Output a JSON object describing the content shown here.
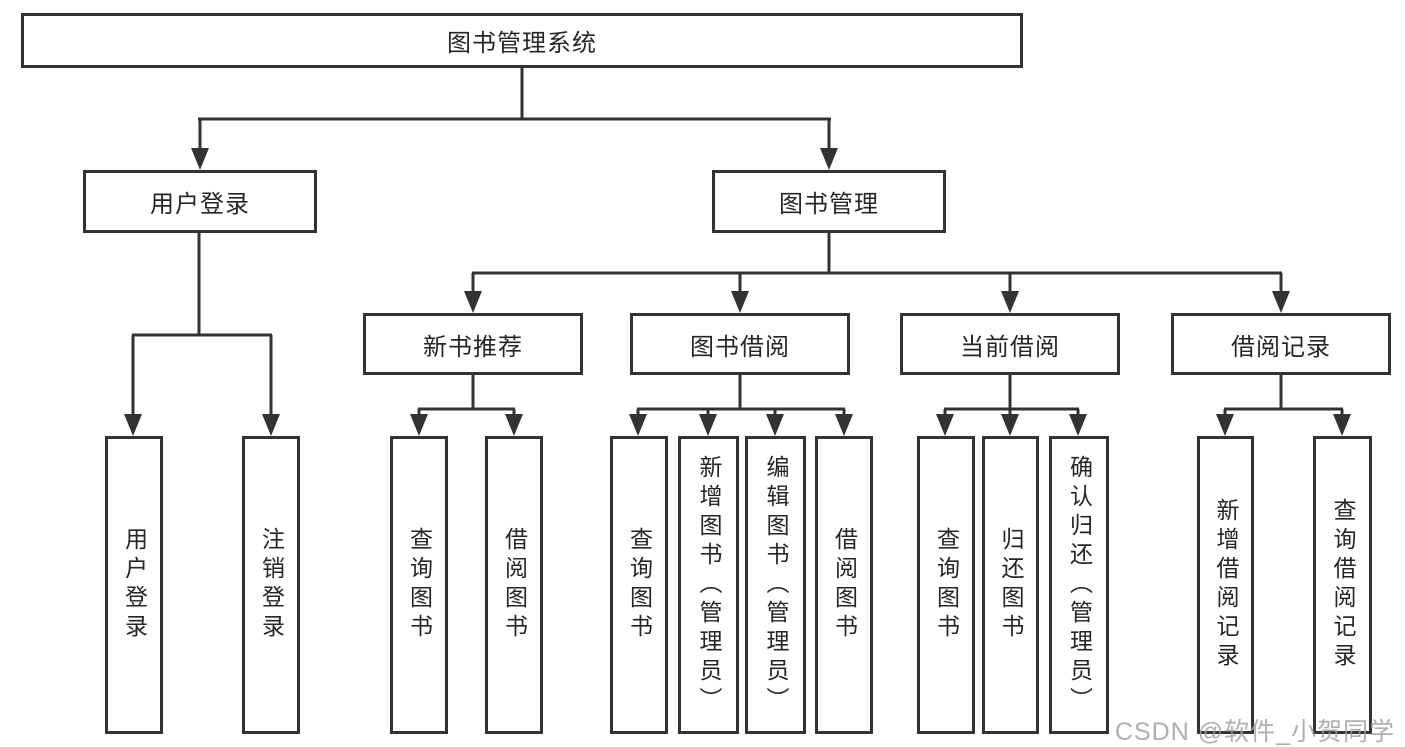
{
  "diagram": {
    "root": {
      "label": "图书管理系统"
    },
    "level2": [
      {
        "label": "用户登录"
      },
      {
        "label": "图书管理"
      }
    ],
    "level3": [
      {
        "label": "新书推荐",
        "parent": "图书管理"
      },
      {
        "label": "图书借阅",
        "parent": "图书管理"
      },
      {
        "label": "当前借阅",
        "parent": "图书管理"
      },
      {
        "label": "借阅记录",
        "parent": "图书管理"
      }
    ],
    "leaves": [
      {
        "label": "用户登录",
        "parent": "用户登录"
      },
      {
        "label": "注销登录",
        "parent": "用户登录"
      },
      {
        "label": "查询图书",
        "parent": "新书推荐"
      },
      {
        "label": "借阅图书",
        "parent": "新书推荐"
      },
      {
        "label": "查询图书",
        "parent": "图书借阅"
      },
      {
        "label": "新增图书（管理员）",
        "parent": "图书借阅"
      },
      {
        "label": "编辑图书（管理员）",
        "parent": "图书借阅"
      },
      {
        "label": "借阅图书",
        "parent": "图书借阅"
      },
      {
        "label": "查询图书",
        "parent": "当前借阅"
      },
      {
        "label": "归还图书",
        "parent": "当前借阅"
      },
      {
        "label": "确认归还（管理员）",
        "parent": "当前借阅"
      },
      {
        "label": "新增借阅记录",
        "parent": "借阅记录"
      },
      {
        "label": "查询借阅记录",
        "parent": "借阅记录"
      }
    ]
  },
  "watermark": {
    "text": "CSDN @软件_小贺同学"
  },
  "colors": {
    "line": "#333333",
    "box_border": "#333333",
    "text": "#262626",
    "watermark": "#9c9c9c",
    "background": "#ffffff"
  }
}
